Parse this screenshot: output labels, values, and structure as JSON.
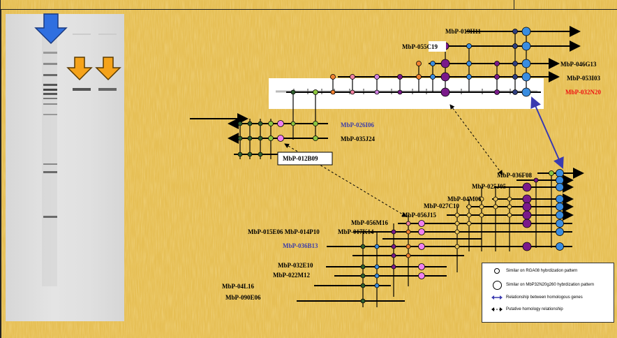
{
  "colors": {
    "background": "#e8c35a",
    "purple": "#7a1a8a",
    "blue": "#3a8de0",
    "green": "#8cc63f",
    "dark_green": "#2f5f2f",
    "orange": "#f5a31a",
    "pink": "#f080f0",
    "red_label": "#ee1111",
    "blue_label": "#3d3da8"
  },
  "clone_labels": {
    "MbP-019H11": "MbP-019H11",
    "MbP-055C19": "MbP-055C19",
    "MbP-046G13": "MbP-046G13",
    "MbP-053I03": "MbP-053I03",
    "MbP-032N20": "MbP-032N20",
    "MbP-026I06": "MbP-026I06",
    "MbP-035J24": "MbP-035J24",
    "MbP-012B09": "MbP-012B09",
    "MbP-036F08": "MbP-036F08",
    "MbP-025J05": "MbP-025J05",
    "MbP-04M06": "MbP-04M06",
    "MbP-027C10": "MbP-027C10",
    "MbP-056M16": "MbP-056M16",
    "MbP-056J15": "MbP-056J15",
    "MbP-015E06": "MbP-015E06 MbP-014P10",
    "MbP-017K14": "MbP-017K14",
    "MbP-036B13": "MbP-036B13",
    "MbP-032E10": "MbP-032E10",
    "MbP-022M12": "MbP-022M12",
    "MbP-04L16": "MbP-04L16",
    "MbP-090E06": "MbP-090E06"
  },
  "legend": {
    "items": [
      {
        "icon": "small-white-circle",
        "text": "Similar on RGA08 hybrdization pattern"
      },
      {
        "icon": "large-white-circle",
        "text": "Similar on MbP32N20g260  hybrdization pattern"
      },
      {
        "icon": "blue-double-arrow",
        "text": "Relationship between homologous genes"
      },
      {
        "icon": "black-dashed-double-arrow",
        "text": "Putative homology relationship"
      }
    ]
  },
  "icons": {
    "blue_arrow": "blue-down-arrow-icon",
    "orange_arrow": "orange-down-arrow-icon"
  }
}
